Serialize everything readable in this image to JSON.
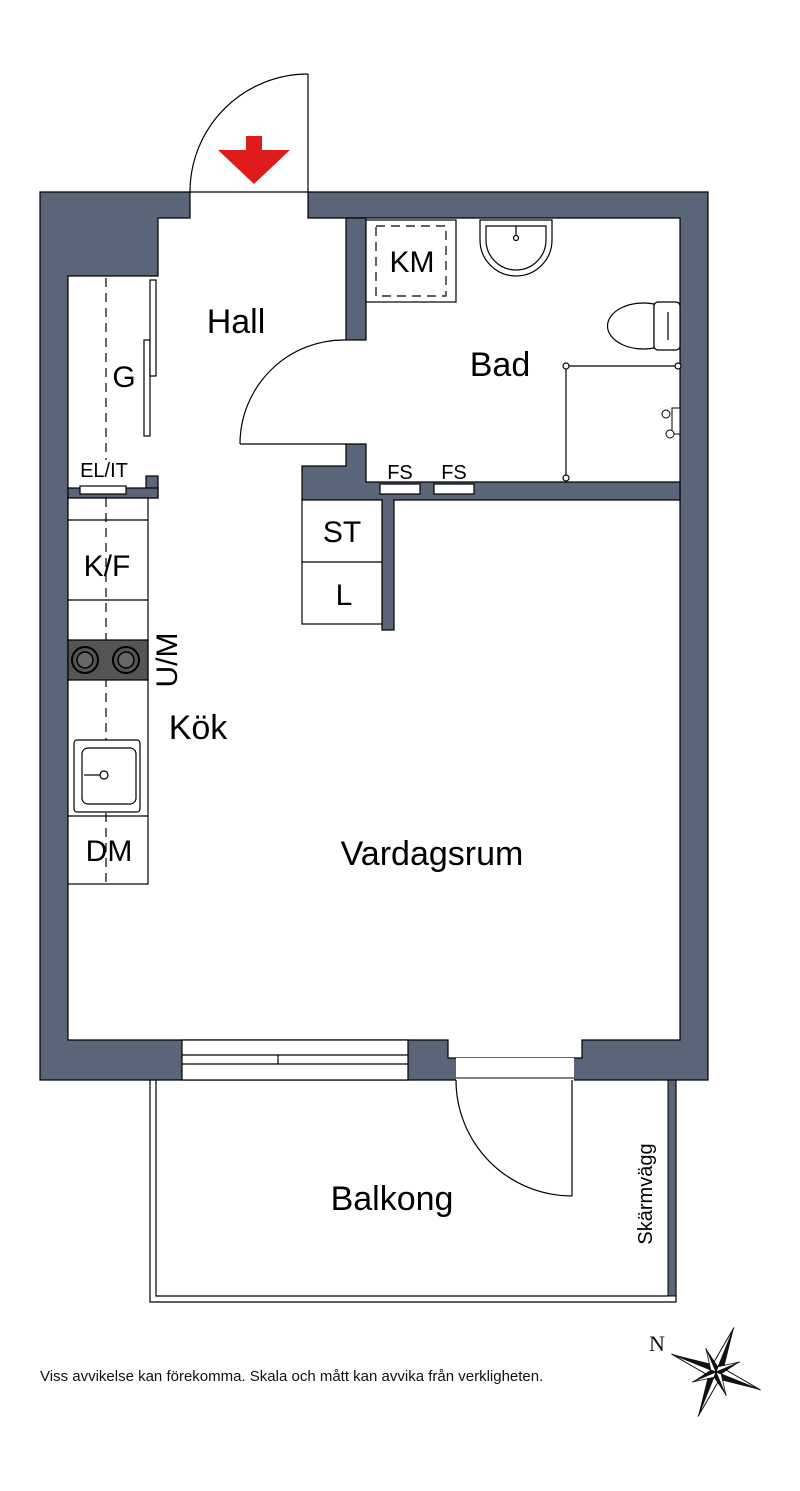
{
  "rooms": {
    "hall": "Hall",
    "bad": "Bad",
    "kok": "Kök",
    "vardagsrum": "Vardagsrum",
    "balkong": "Balkong"
  },
  "fixtures": {
    "km": "KM",
    "g": "G",
    "el_it": "EL/IT",
    "fs_1": "FS",
    "fs_2": "FS",
    "st": "ST",
    "l": "L",
    "kf": "K/F",
    "um": "U/M",
    "dm": "DM",
    "skarmvagg": "Skärmvägg"
  },
  "disclaimer": "Viss avvikelse kan förekomma. Skala och mått kan avvika från verkligheten.",
  "compass": {
    "north_label": "N"
  },
  "colors": {
    "wall": "#5a6579",
    "entrance_arrow": "#e01b1b",
    "line": "#000000"
  }
}
